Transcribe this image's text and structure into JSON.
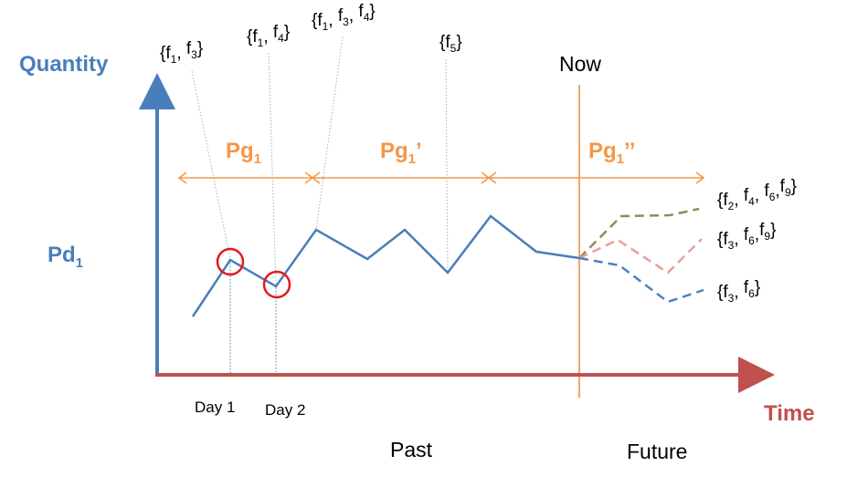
{
  "colors": {
    "axis_blue": "#4a7ebb",
    "axis_red": "#c0504d",
    "orange": "#f79646",
    "now_line": "#e46c0a",
    "circle": "#e31a1c",
    "leader": "#8fb3e0",
    "pred_olive": "#948a54",
    "pred_pink": "#e6a0a0",
    "pred_blue": "#4f81bd"
  },
  "axes": {
    "y_label": "Quantity",
    "x_label": "Time",
    "y_series_main": "Pd",
    "y_series_sub": "1"
  },
  "now_label": "Now",
  "past_label": "Past",
  "future_label": "Future",
  "day_labels": [
    "Day 1",
    "Day 2"
  ],
  "periods": [
    {
      "main": "Pg",
      "sub": "1",
      "prime": ""
    },
    {
      "main": "Pg",
      "sub": "1",
      "prime": "’"
    },
    {
      "main": "Pg",
      "sub": "1",
      "prime": "’’"
    }
  ],
  "feature_sets": [
    {
      "items": [
        [
          "f",
          "1"
        ],
        [
          "f",
          "3"
        ]
      ],
      "sep": ", "
    },
    {
      "items": [
        [
          "f",
          "1"
        ],
        [
          "f",
          "4"
        ]
      ],
      "sep": ", "
    },
    {
      "items": [
        [
          "f",
          "1"
        ],
        [
          "f",
          "3"
        ],
        [
          "f",
          "4"
        ]
      ],
      "sep": ", "
    },
    {
      "items": [
        [
          "f",
          "5"
        ]
      ],
      "sep": ", "
    }
  ],
  "predictions": [
    {
      "label": "{f2, f4, f6,f9}",
      "items": [
        [
          "f",
          "2"
        ],
        [
          "f",
          "4"
        ],
        [
          "f",
          "6"
        ],
        [
          "f",
          "9"
        ]
      ],
      "seps": [
        ", ",
        ", ",
        ","
      ]
    },
    {
      "label": "{f3, f6,f9}",
      "items": [
        [
          "f",
          "3"
        ],
        [
          "f",
          "6"
        ],
        [
          "f",
          "9"
        ]
      ],
      "seps": [
        ", ",
        ","
      ]
    },
    {
      "label": "{f3, f6}",
      "items": [
        [
          "f",
          "3"
        ],
        [
          "f",
          "6"
        ]
      ],
      "seps": [
        ", "
      ]
    }
  ]
}
